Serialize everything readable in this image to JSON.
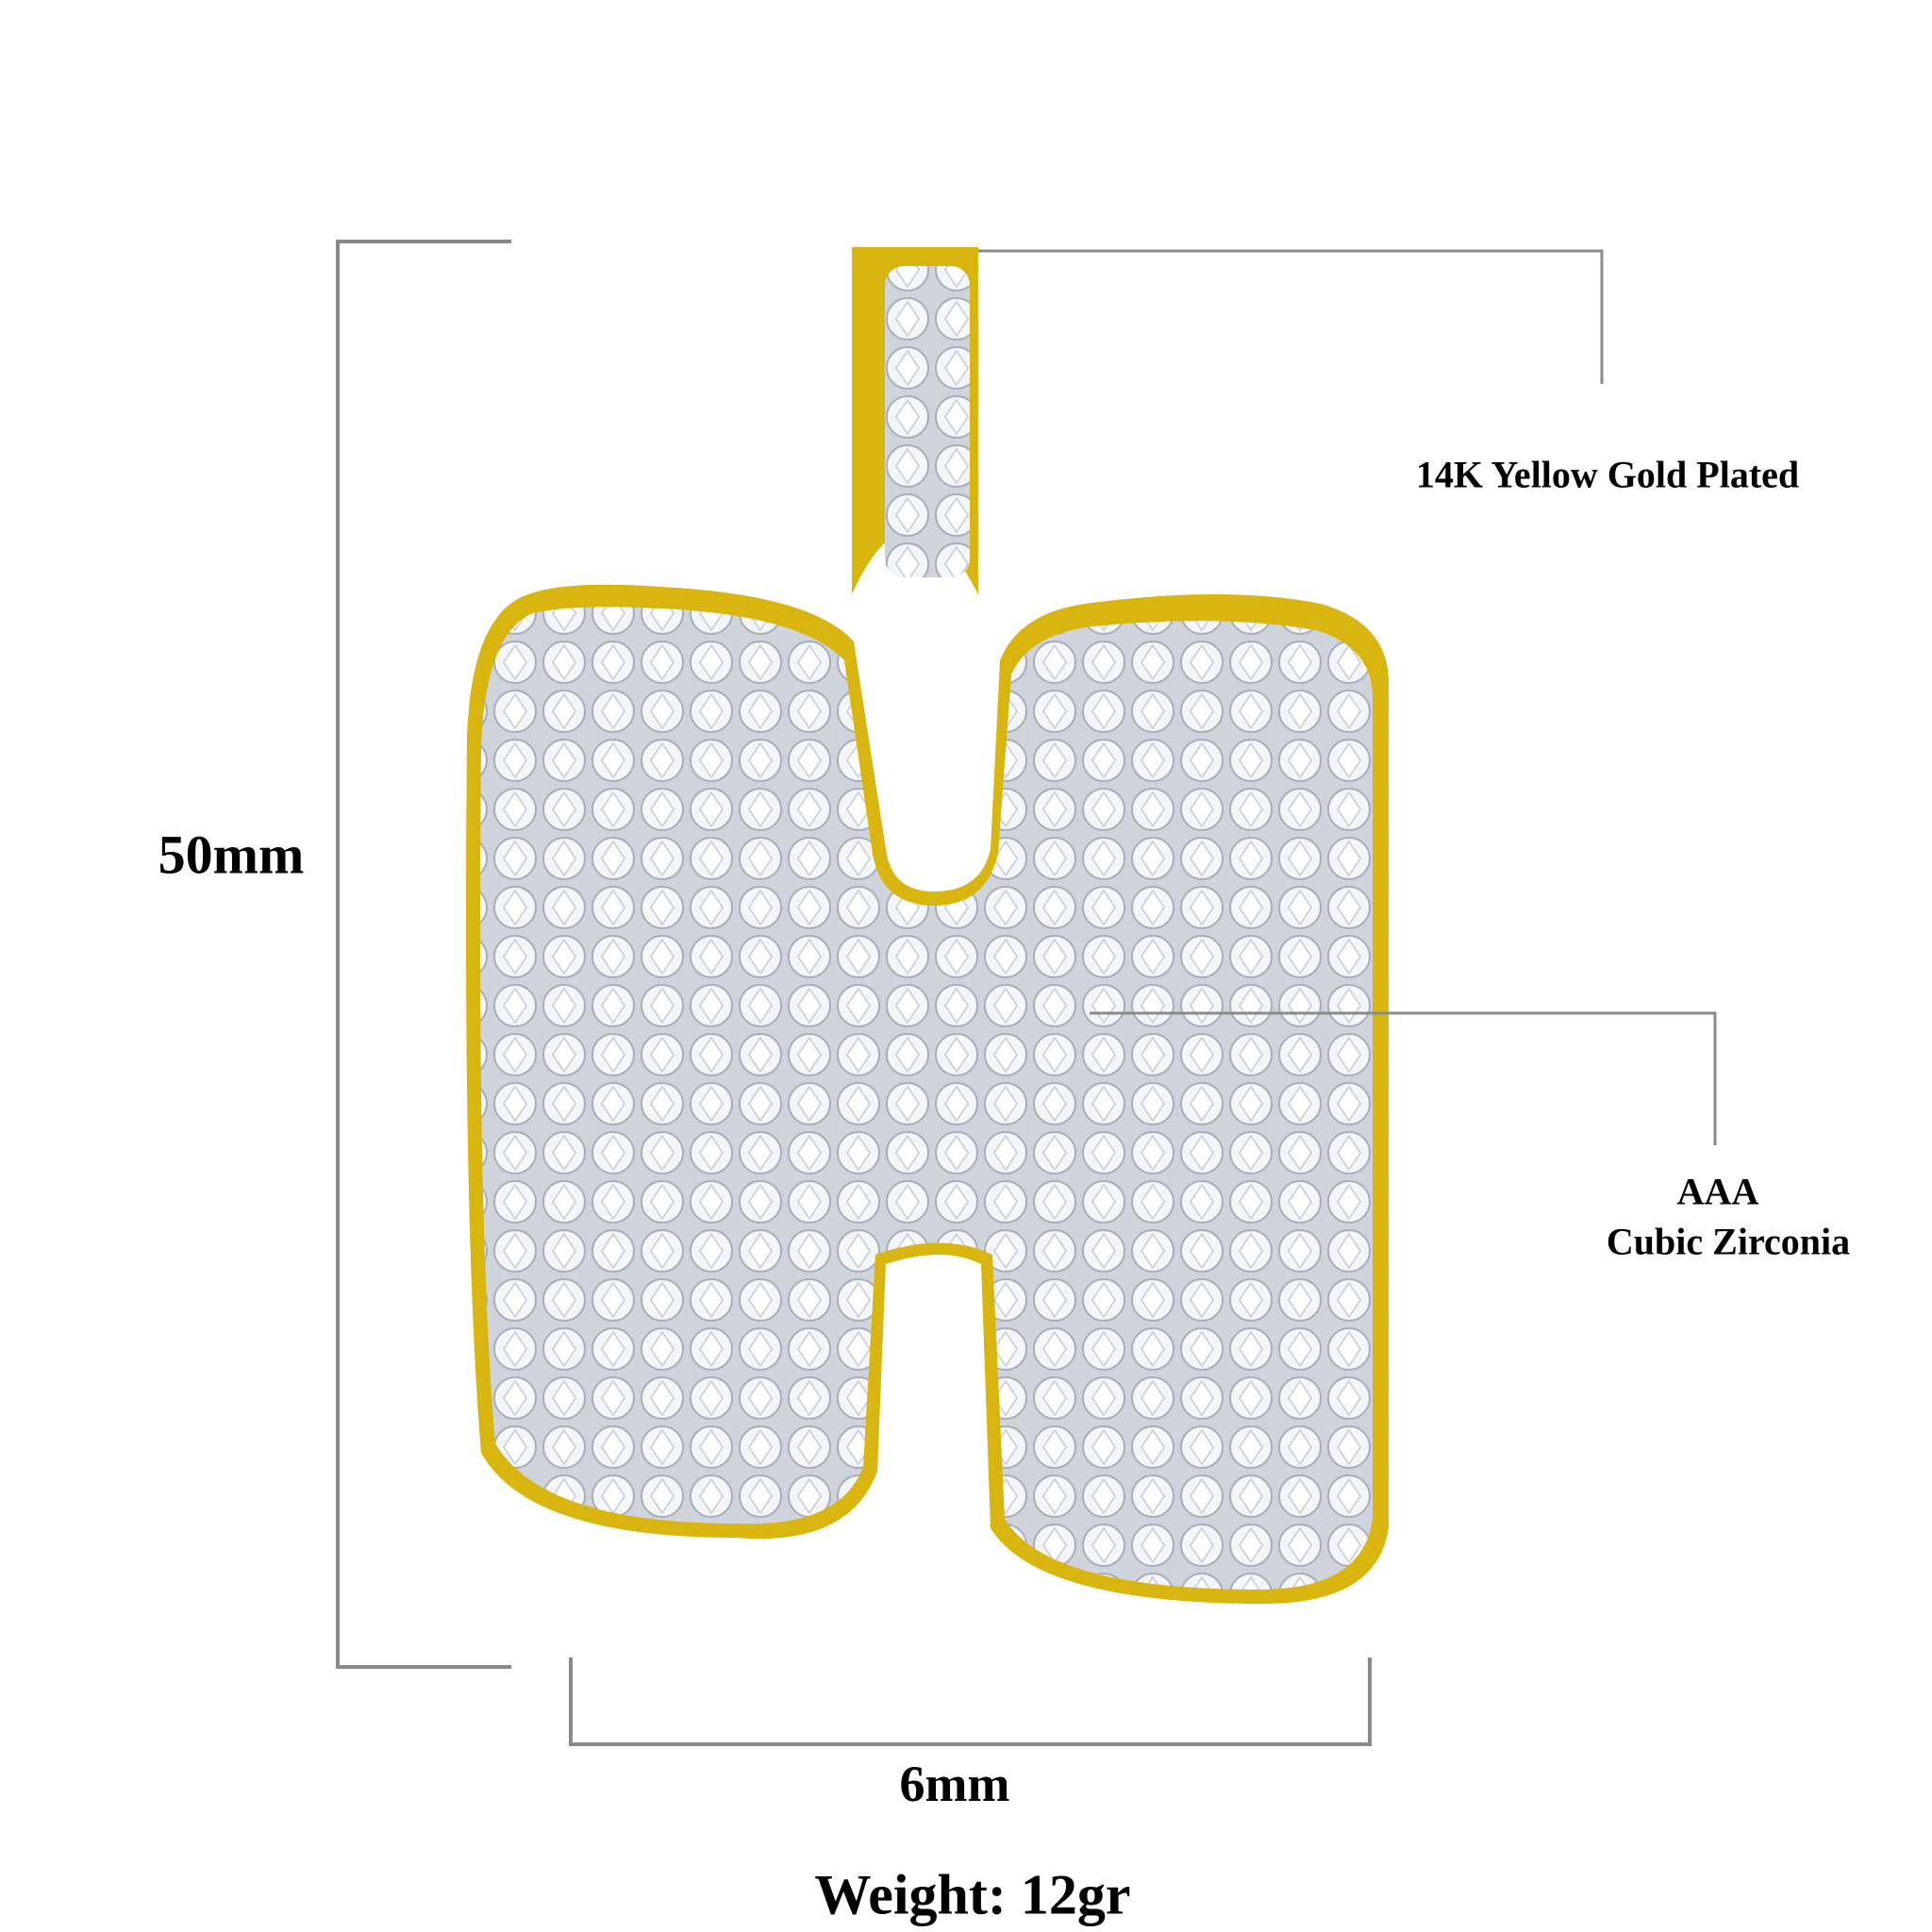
{
  "dimensions": {
    "height_label": "50mm",
    "width_label": "6mm"
  },
  "weight_label": "Weight: 12gr",
  "callouts": {
    "plating": "14K Yellow Gold Plated",
    "stone_grade": "AAA",
    "stone_type": "Cubic Zirconia"
  },
  "colors": {
    "gold": "#d9b50f",
    "line": "#8a8a8a",
    "stone": "#e4e7ee"
  }
}
